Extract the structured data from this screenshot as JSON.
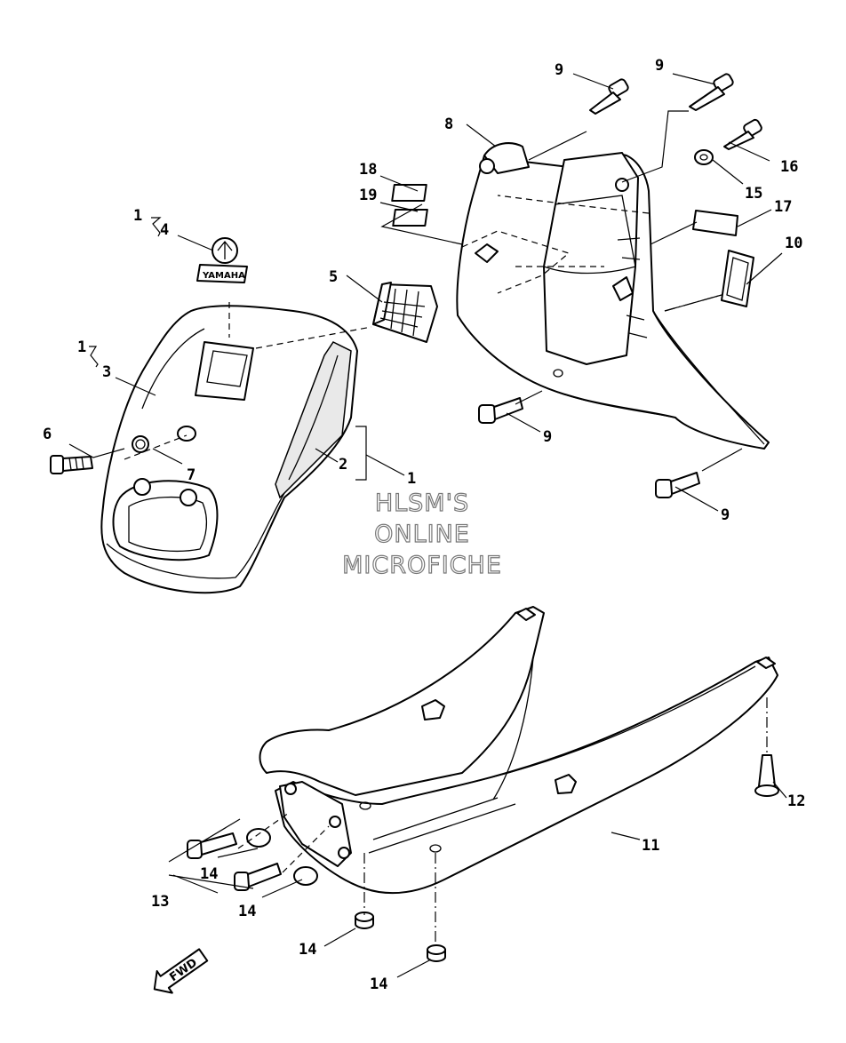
{
  "diagram": {
    "callouts": {
      "n9a": "9",
      "n9b": "9",
      "n8": "8",
      "n18": "18",
      "n19": "19",
      "n16": "16",
      "n15": "15",
      "n17": "17",
      "n10": "10",
      "n1a": "1",
      "n4": "4",
      "n5": "5",
      "n1b": "1",
      "n3": "3",
      "n6": "6",
      "n7": "7",
      "n2": "2",
      "n1c": "1",
      "n9c": "9",
      "n9d": "9",
      "n11": "11",
      "n12": "12",
      "n13": "13",
      "n14a": "14",
      "n14b": "14",
      "n14c": "14",
      "n14d": "14"
    },
    "logo_text": "YAMAHA",
    "watermark": [
      "HLSM'S",
      "ONLINE",
      "MICROFICHE"
    ],
    "fwd_label": "FWD"
  }
}
